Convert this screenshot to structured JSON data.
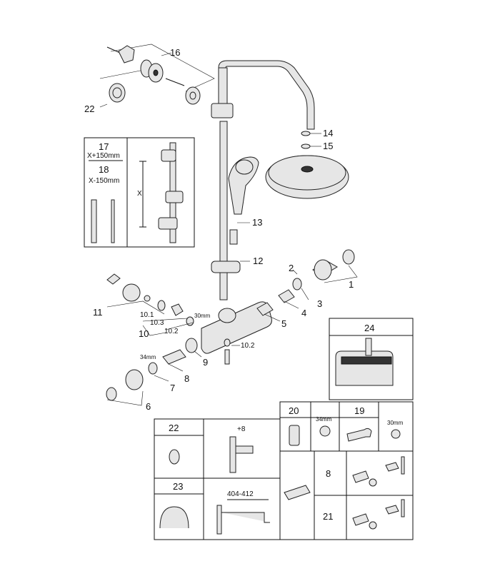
{
  "callouts": {
    "c16": "16",
    "c22": "22",
    "c14": "14",
    "c15": "15",
    "c13": "13",
    "c12": "12",
    "c1": "1",
    "c2": "2",
    "c3": "3",
    "c4": "4",
    "c5": "5",
    "c11": "11",
    "c10_1": "10.1",
    "c10_3": "10.3",
    "c10": "10",
    "c10_2": "10.2",
    "c10_2b": "10.2",
    "c9": "9",
    "c8": "8",
    "c7": "7",
    "c6": "6",
    "dim30": "30mm",
    "dim34": "34mm"
  },
  "extension_box": {
    "l17": "17",
    "l17sub": "X+150mm",
    "l18": "18",
    "l18sub": "X-150mm",
    "x": "X"
  },
  "table": {
    "t24": "24",
    "t20": "20",
    "t20dim": "34mm",
    "t19": "19",
    "t19dim": "30mm",
    "t22": "22",
    "tplus8": "+8",
    "t8": "8",
    "t23": "23",
    "t404": "404-412",
    "t21": "21"
  }
}
